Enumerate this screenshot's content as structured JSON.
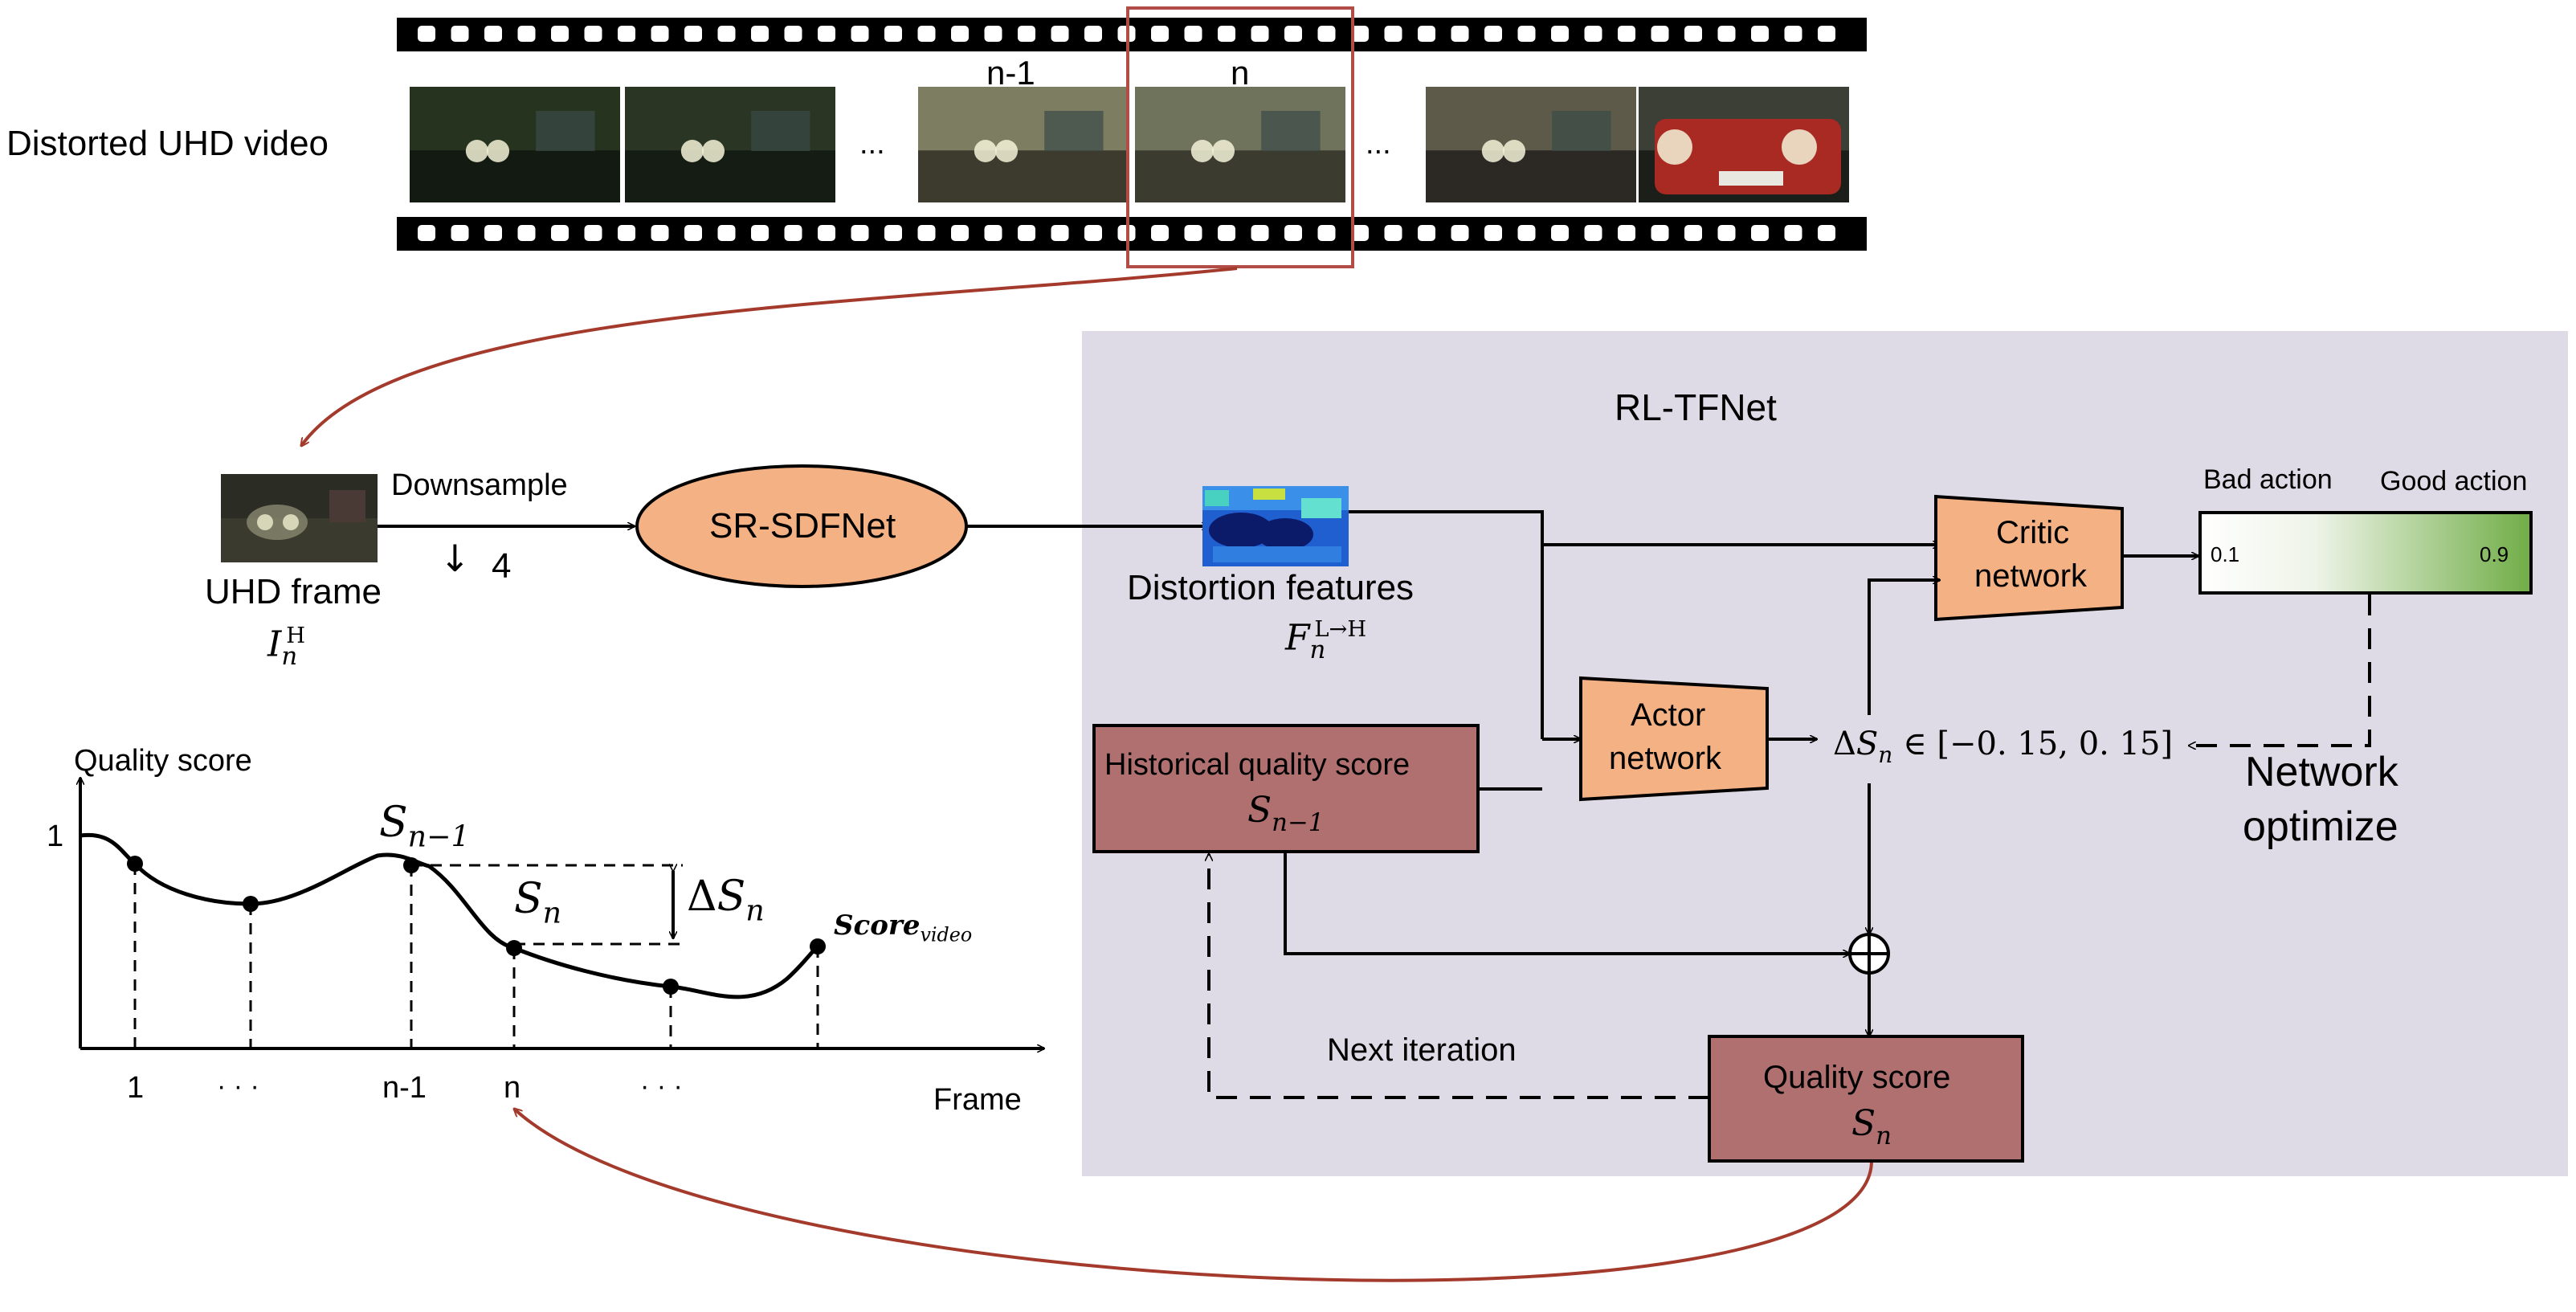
{
  "video": {
    "label": "Distorted UHD video",
    "ellipsis": "...",
    "frame_prev_label": "n-1",
    "frame_current_label": "n",
    "frames": [
      {
        "name": "frame-1",
        "tone": [
          "#26331f",
          "#121a12"
        ],
        "lights": 2,
        "car": false
      },
      {
        "name": "frame-2",
        "tone": [
          "#2a3524",
          "#151c14"
        ],
        "lights": 2,
        "car": false
      },
      {
        "name": "frame-n-minus-1",
        "tone": [
          "#7d7d62",
          "#3d3b2d"
        ],
        "lights": 2,
        "car": false
      },
      {
        "name": "frame-n",
        "tone": [
          "#6f735c",
          "#3b3c2f"
        ],
        "lights": 2,
        "car": false
      },
      {
        "name": "frame-5",
        "tone": [
          "#5d5a49",
          "#2c2924"
        ],
        "lights": 2,
        "car": false
      },
      {
        "name": "frame-6",
        "tone": [
          "#3b3f35",
          "#1c1e1a"
        ],
        "lights": 2,
        "car": true
      }
    ]
  },
  "uhd_frame": {
    "label": "UHD frame",
    "symbol_base": "I",
    "symbol_sub": "n",
    "symbol_sup": "H"
  },
  "downsample": {
    "label": "Downsample",
    "arrow_glyph": "↓",
    "factor": "4"
  },
  "sr_sdfnet": {
    "label": "SR-SDFNet"
  },
  "distortion_features": {
    "label": "Distortion features",
    "symbol_base": "F",
    "symbol_sub": "n",
    "symbol_sup": "L→H"
  },
  "rl_tfnet": {
    "title": "RL-TFNet"
  },
  "critic": {
    "label_line1": "Critic",
    "label_line2": "network"
  },
  "actor": {
    "label_line1": "Actor",
    "label_line2": "network"
  },
  "action_bar": {
    "bad_label": "Bad action",
    "good_label": "Good action",
    "low_value": "0.1",
    "high_value": "0.9"
  },
  "delta": {
    "prefix": "Δ",
    "base": "S",
    "sub": "n",
    "range": "∈ [−0. 15, 0. 15]"
  },
  "network_optimize": {
    "line1": "Network",
    "line2": "optimize"
  },
  "historical": {
    "label": "Historical quality score",
    "symbol_base": "S",
    "symbol_sub": "n−1"
  },
  "quality_score": {
    "label": "Quality score",
    "symbol_base": "S",
    "symbol_sub": "n"
  },
  "next_iteration": {
    "label": "Next iteration"
  },
  "quality_plot": {
    "ylabel": "Quality score",
    "xlabel": "Frame",
    "y_tick": "1",
    "x_ticks": [
      "1",
      "· · ·",
      "n-1",
      "n",
      "· · ·"
    ],
    "point_prev": {
      "base": "S",
      "sub": "n−1"
    },
    "point_current": {
      "base": "S",
      "sub": "n"
    },
    "delta": {
      "prefix": "Δ",
      "base": "S",
      "sub": "n"
    },
    "video_score": {
      "base": "Score",
      "sub": "video"
    }
  },
  "colors": {
    "panel": "#dedae6",
    "orange": "#f4b183",
    "maroon": "#b07070",
    "red_arrow": "#a33a2c",
    "frame_highlight": "#b14c46",
    "green": "#70ad47"
  }
}
